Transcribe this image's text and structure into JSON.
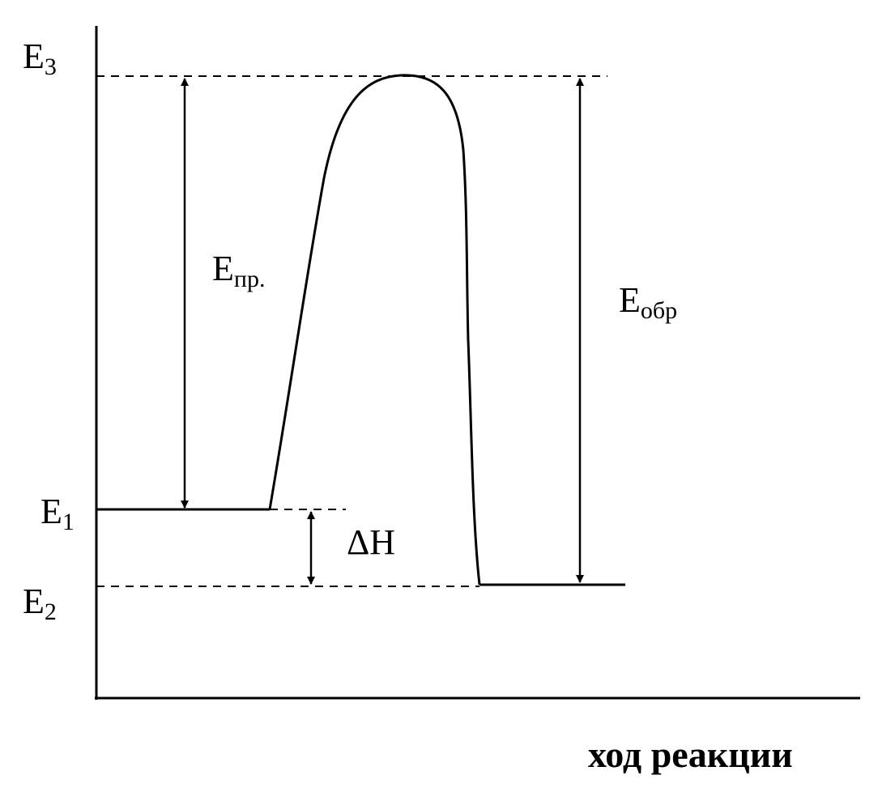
{
  "diagram": {
    "levels": {
      "e3": {
        "main": "E",
        "sub": "3"
      },
      "e1": {
        "main": "E",
        "sub": "1"
      },
      "e2": {
        "main": "E",
        "sub": "2"
      }
    },
    "annotations": {
      "forward_activation": {
        "main": "E",
        "sub": "пр."
      },
      "reverse_activation": {
        "main": "E",
        "sub": "обр"
      },
      "enthalpy": "ΔH"
    },
    "x_axis_label": "ход реакции"
  },
  "colors": {
    "ink": "#000000",
    "background": "#ffffff"
  }
}
